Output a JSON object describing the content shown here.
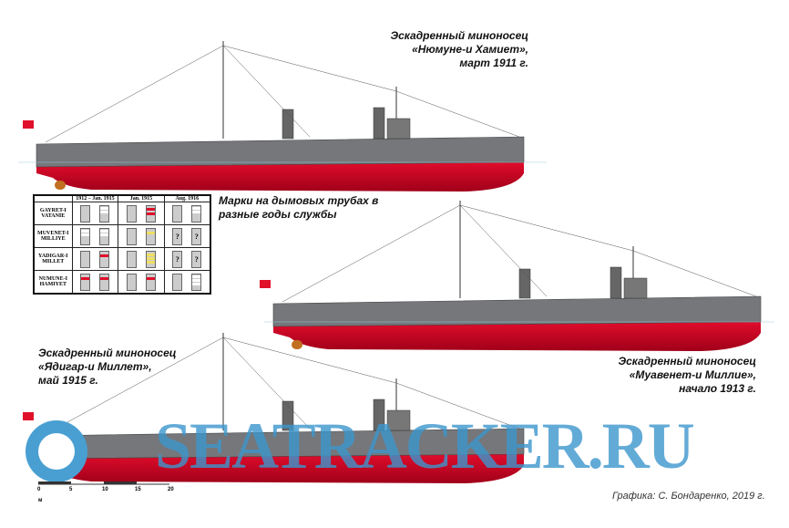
{
  "captions": {
    "ship1": [
      "Эскадренный миноносец",
      "«Нюмуне-и Хамиет»,",
      "март 1911 г."
    ],
    "ship2": [
      "Эскадренный миноносец",
      "«Муавенет-и Миллие»,",
      "начало 1913 г."
    ],
    "ship3": [
      "Эскадренный миноносец",
      "«Ядигар-и Миллет»,",
      "май 1915 г."
    ],
    "table_title": [
      "Марки на дымовых трубах в",
      "разные годы службы"
    ]
  },
  "table": {
    "columns": [
      "1912 – Jan. 1915",
      "Jan. 1915",
      "Aug. 1916"
    ],
    "rows": [
      {
        "name": [
          "GAYRET-I",
          "VATANIE"
        ],
        "marks": [
          [
            "none",
            "white"
          ],
          [
            "none",
            "red2"
          ],
          [
            "none",
            "white"
          ]
        ]
      },
      {
        "name": [
          "MUVENET-I",
          "MILLIYE"
        ],
        "marks": [
          [
            "white",
            "white"
          ],
          [
            "none",
            "yellow"
          ],
          [
            "?",
            "?"
          ]
        ]
      },
      {
        "name": [
          "YADIGAR-I",
          "MILLET"
        ],
        "marks": [
          [
            "none",
            "red"
          ],
          [
            "none",
            "yellow3"
          ],
          [
            "?",
            "?"
          ]
        ]
      },
      {
        "name": [
          "NUMUNE-I",
          "HAMIYET"
        ],
        "marks": [
          [
            "red",
            "red"
          ],
          [
            "none",
            "red"
          ],
          [
            "none",
            "white3"
          ]
        ]
      }
    ]
  },
  "scale": {
    "ticks": [
      "0",
      "5",
      "10",
      "15",
      "20"
    ],
    "unit": "м"
  },
  "watermark": "SEATRACKER.RU",
  "credit": "Графика: С. Бондаренко, 2019 г.",
  "colors": {
    "hull": "#7a7c80",
    "keel": "#e0102a",
    "watermark": "#3c96cd"
  }
}
